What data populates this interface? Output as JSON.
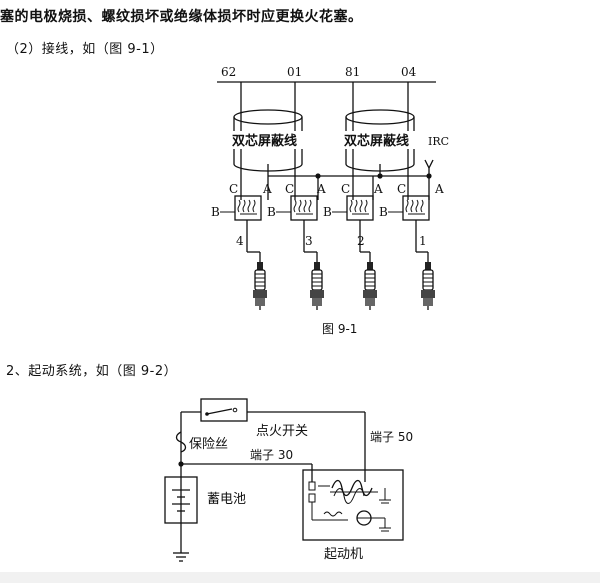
{
  "text": {
    "line1": "塞的电极烧损、螺纹损坏或绝缘体损坏时应更换火花塞。",
    "line2": "（2）接线，如（图 9-1）",
    "line3": "2、起动系统，如（图 9-2）"
  },
  "fig1": {
    "caption": "图 9-1",
    "top_labels": [
      "62",
      "01",
      "81",
      "04"
    ],
    "cable_label": "双芯屏蔽线",
    "irc_label": "IRC",
    "coil_c": "C",
    "coil_a": "A",
    "coil_b": "B",
    "plug_numbers": [
      "4",
      "3",
      "2",
      "1"
    ]
  },
  "fig2": {
    "ignition_switch": "点火开关",
    "terminal_50": "端子 50",
    "fuse": "保险丝",
    "terminal_30": "端子 30",
    "battery": "蓄电池",
    "starter": "起动机"
  }
}
